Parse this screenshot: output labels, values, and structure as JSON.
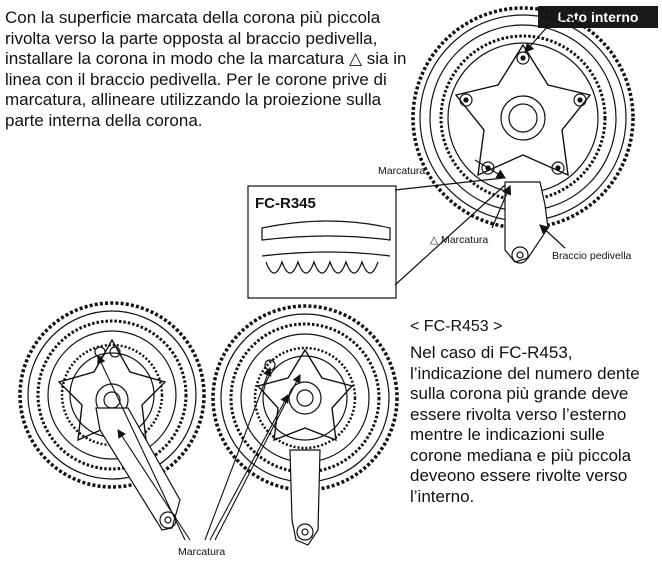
{
  "intro_text": "Con la superficie marcata della corona più piccola rivolta verso la parte opposta al braccio pedivella, installare la corona in modo che la marcatura △ sia in linea con il braccio pedivella. Per le corone prive di marcatura, allineare utilizzando la proiezione sulla parte interna della corona.",
  "badge": "Lato interno",
  "labels": {
    "marcatura_top": "Marcatura",
    "marcatura_triangle": "△ Marcatura",
    "braccio_pedivella": "Braccio pedivella",
    "marcatura_bottom": "Marcatura"
  },
  "inset_title": "FC-R345",
  "section": {
    "title": "< FC-R453 >",
    "body": "Nel caso di FC-R453, l’indicazione del numero dente sulla corona più grande deve essere rivolta verso l’esterno mentre le indicazioni sulle corone mediana e più piccola deveono essere rivolte verso l’interno."
  },
  "icons": [
    "chainring-diagram",
    "tooth-profile-diagram",
    "crankset-left-diagram",
    "crankset-right-diagram",
    "arrow-icon"
  ]
}
